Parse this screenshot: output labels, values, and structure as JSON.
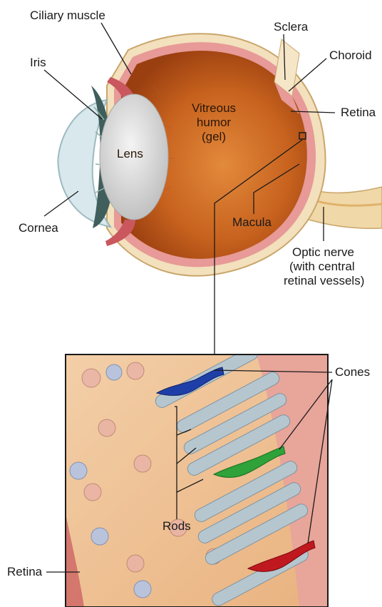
{
  "labels": {
    "ciliary_muscle": "Ciliary muscle",
    "sclera": "Sclera",
    "choroid": "Choroid",
    "iris": "Iris",
    "vitreous_1": "Vitreous",
    "vitreous_2": "humor",
    "vitreous_3": "(gel)",
    "retina_top": "Retina",
    "lens": "Lens",
    "cornea": "Cornea",
    "macula": "Macula",
    "optic_1": "Optic nerve",
    "optic_2": "(with central",
    "optic_3": "retinal vessels)",
    "cones": "Cones",
    "rods": "Rods",
    "retina_bottom": "Retina"
  },
  "colors": {
    "eye_interior": "#c7621e",
    "sclera": "#f3e0bd",
    "choroid": "#e79a97",
    "lens": "#dcdcdc",
    "iris": "#3f5e5c",
    "cone_blue": "#1f3fa8",
    "cone_green": "#2fa23a",
    "cone_red": "#c0181f",
    "rod": "#aebfc9",
    "inset_bg": "#f0c49a"
  }
}
